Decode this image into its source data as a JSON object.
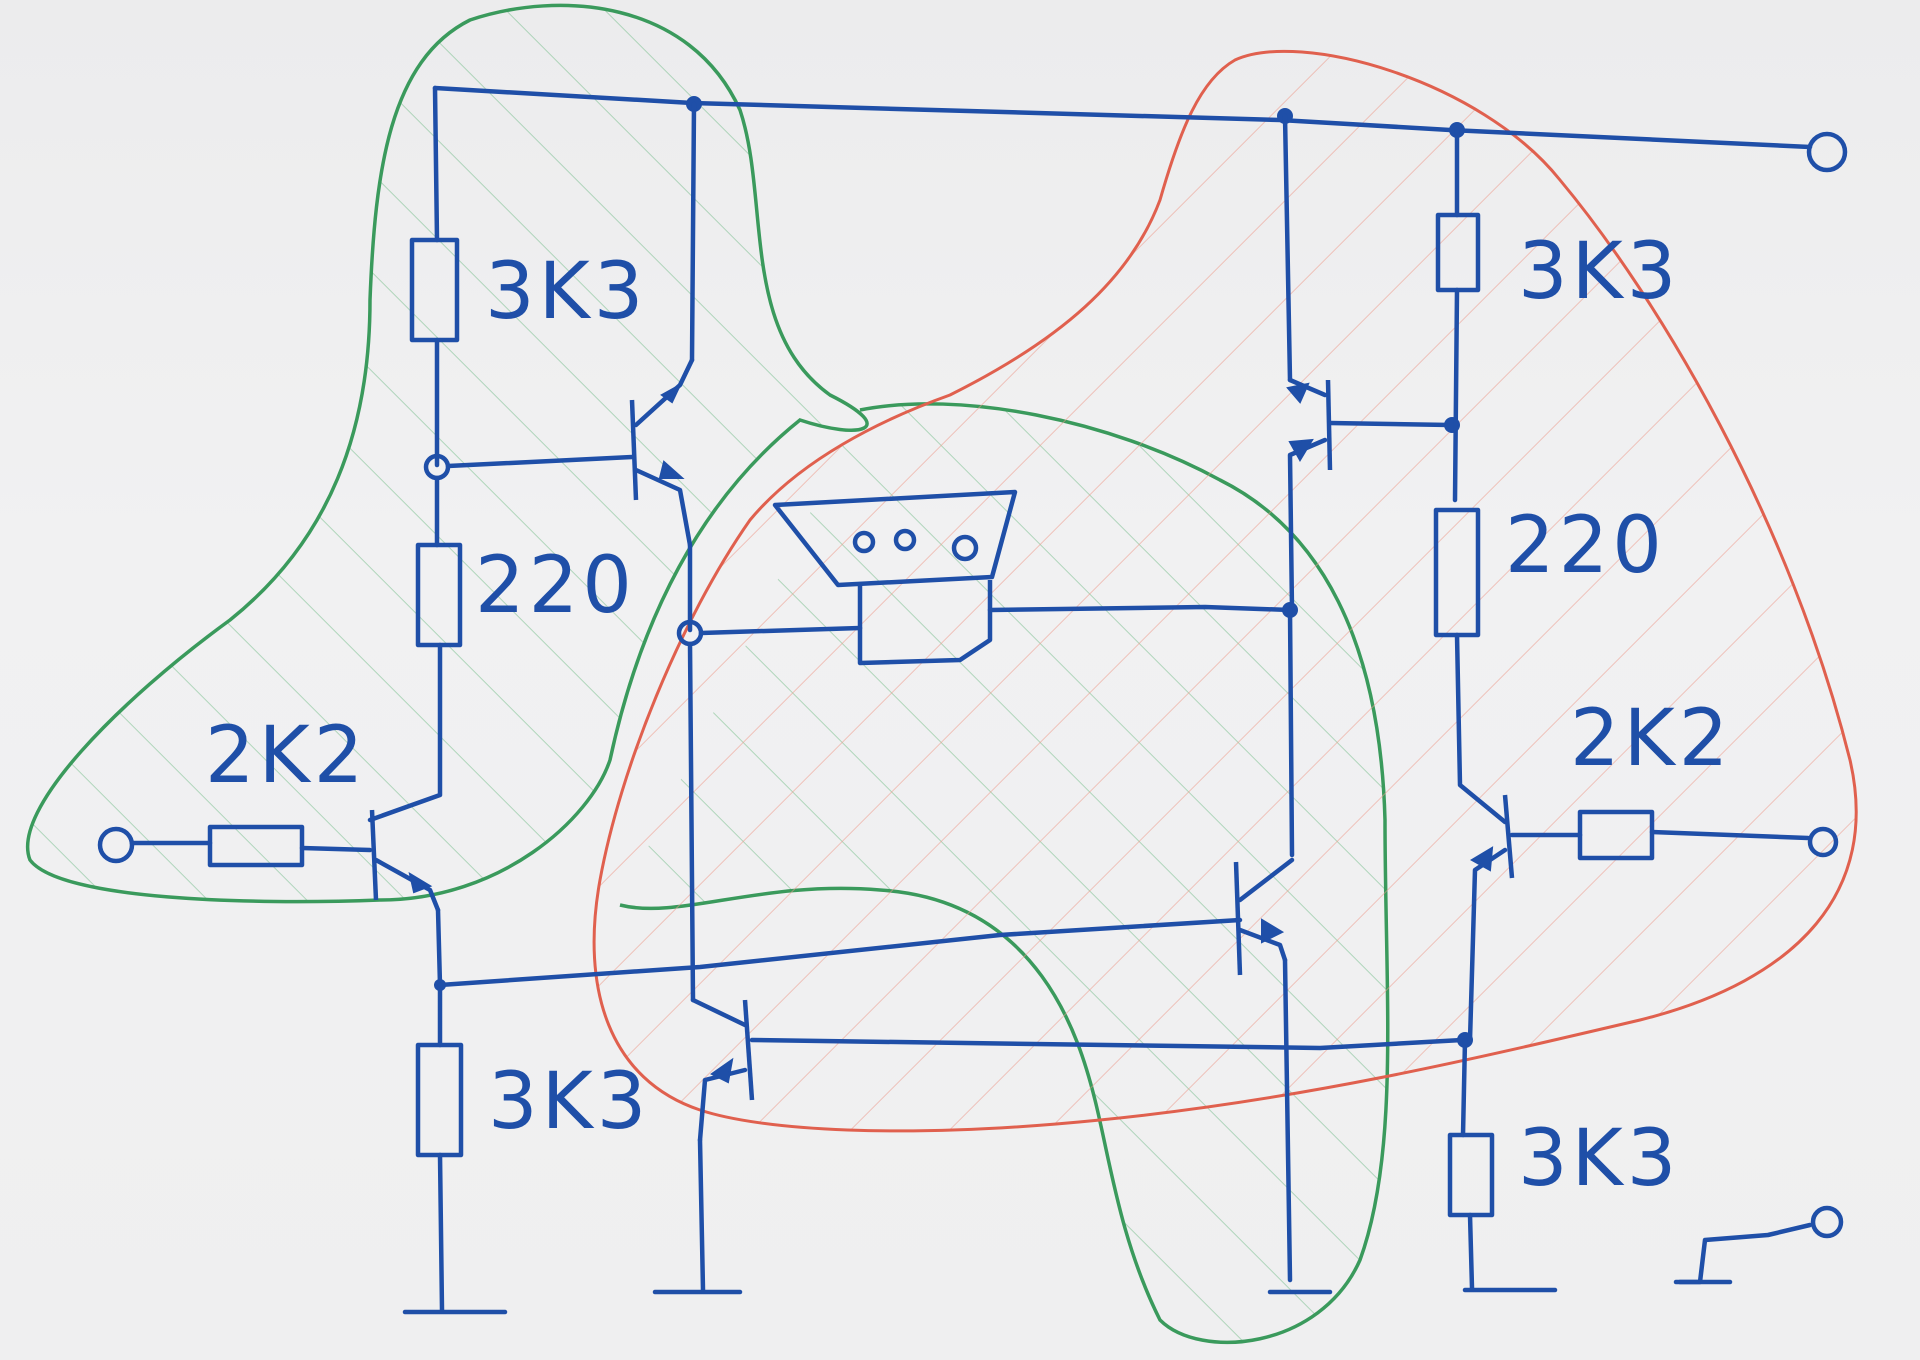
{
  "colors": {
    "ink": "#1f4fa8",
    "group_green": "#3a9a5c",
    "group_red": "#e0604e",
    "paper": "#eeeeef"
  },
  "labels": {
    "left_top_resistor": "3K3",
    "left_mid_resistor": "220",
    "left_input_resistor": "2K2",
    "left_bottom_resistor": "3K3",
    "right_top_resistor": "3K3",
    "right_mid_resistor": "220",
    "right_input_resistor": "2K2",
    "right_bottom_resistor": "3K3"
  },
  "icons": [
    "speaker-icon",
    "npn-transistor-icon",
    "pnp-transistor-icon",
    "terminal-icon",
    "ground-icon"
  ]
}
